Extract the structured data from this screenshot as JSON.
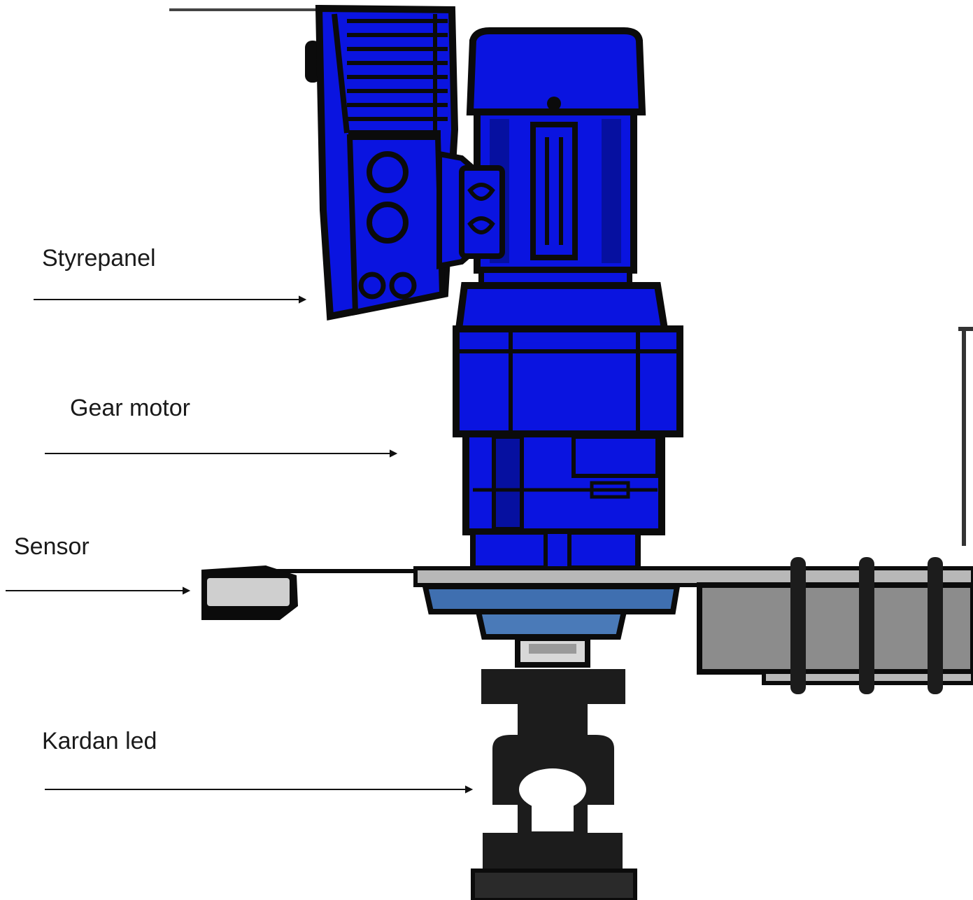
{
  "labels": {
    "styrepanel": "Styrepanel",
    "gear_motor": "Gear motor",
    "sensor": "Sensor",
    "kardan_led": "Kardan led"
  },
  "colors": {
    "motor_blue": "#0a14e0",
    "motor_blue_dark": "#0610a0",
    "outline": "#0b0b0b",
    "plate_gray": "#b8b8b8",
    "flange_blue": "#4a7ab8",
    "conveyor_gray": "#8c8c8c",
    "sensor_gray": "#cfcfcf",
    "shaft_black": "#1c1c1c"
  }
}
